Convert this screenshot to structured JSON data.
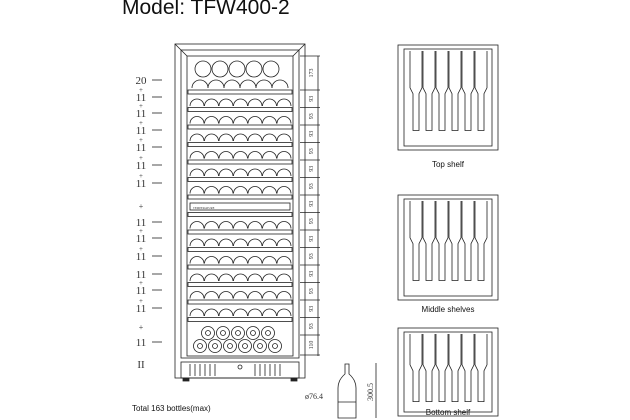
{
  "title": "Model: TFW400-2",
  "total": "Total 163 bottles(max)",
  "captions": {
    "top": "Top shelf",
    "middle": "Middle shelves",
    "bottom": "Bottom shelf"
  },
  "row_counts": [
    "20",
    "+\n11",
    "+\n11",
    "+\n11",
    "+\n11",
    "+\n11",
    "+\n11",
    "+",
    "11",
    "+\n11",
    "+\n11",
    "11",
    "+\n11",
    "+\n11",
    "+",
    "11",
    "II"
  ],
  "dimensions": [
    "173",
    "93",
    "93",
    "93",
    "93",
    "93",
    "93",
    "93",
    "93",
    "93",
    "93",
    "93",
    "93",
    "93",
    "93",
    "110"
  ],
  "bottle": {
    "diameter": "ø76.4",
    "height": "300.5"
  }
}
